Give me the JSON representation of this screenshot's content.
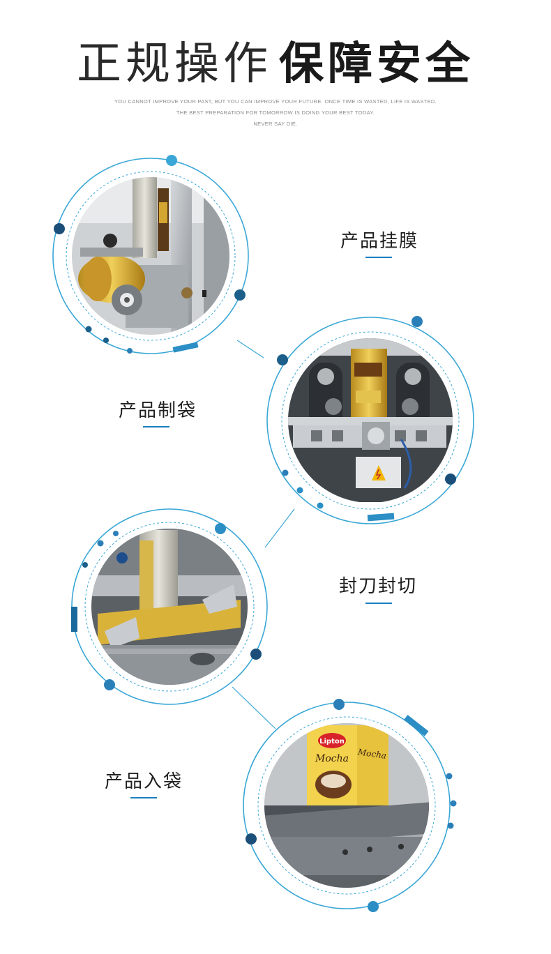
{
  "header": {
    "title_light": "正规操作",
    "title_bold": "保障安全",
    "subtitle_lines": [
      "YOU CANNOT IMPROVE YOUR PAST, BUT YOU CAN IMPROVE YOUR FUTURE. ONCE TIME IS WASTED, LIFE IS WASTED.",
      "THE BEST PREPARATION FOR TOMORROW IS DOING YOUR BEST TODAY.",
      "NEVER SAY DIE."
    ]
  },
  "steps": [
    {
      "label": "产品挂膜",
      "photo": "film-roll-photo"
    },
    {
      "label": "产品制袋",
      "photo": "bag-forming-photo"
    },
    {
      "label": "封刀封切",
      "photo": "seal-cutter-photo"
    },
    {
      "label": "产品入袋",
      "photo": "bagging-photo"
    }
  ],
  "photo_text": {
    "brand": "Lipton",
    "product": "Mocha"
  },
  "colors": {
    "accent": "#1a7fc0",
    "dark_blue": "#1b4f7a",
    "light_blue": "#3aa7d6",
    "steel": "#b9bcc0",
    "gold": "#d9b23a"
  }
}
